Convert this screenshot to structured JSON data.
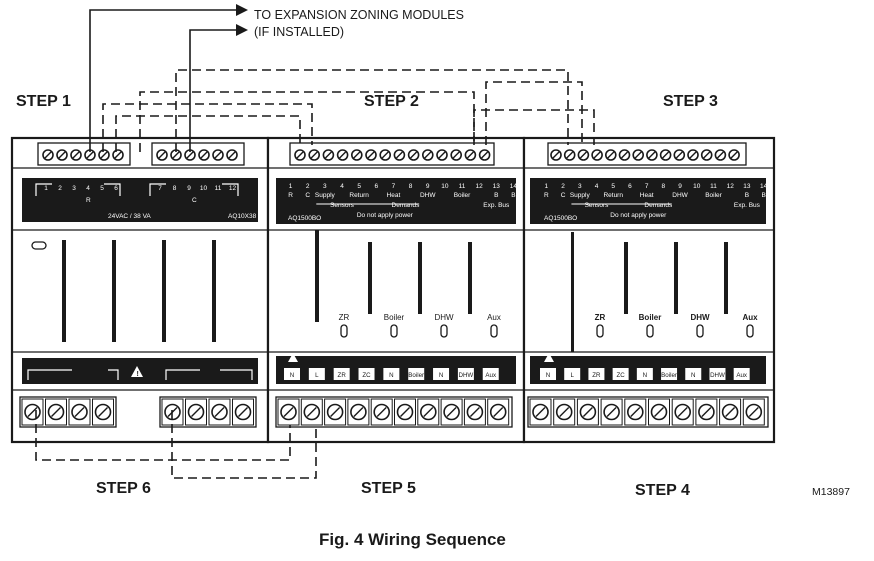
{
  "caption": "Fig. 4 Wiring Sequence",
  "figure_id": "M13897",
  "annotation": {
    "line1": "TO EXPANSION ZONING MODULES",
    "line2": "(IF INSTALLED)"
  },
  "steps": {
    "s1": "STEP 1",
    "s2": "STEP 2",
    "s3": "STEP 3",
    "s4": "STEP 4",
    "s5": "STEP 5",
    "s6": "STEP 6"
  },
  "transformer": {
    "model": "AQ10X38",
    "rating": "24VAC / 38 VA",
    "terminals": [
      "1",
      "2",
      "3",
      "4",
      "5",
      "6",
      "7",
      "8",
      "9",
      "10",
      "11",
      "12"
    ],
    "group_r": "R",
    "group_c": "C"
  },
  "panel_a": {
    "model": "AQ1500BO",
    "terms": [
      "1",
      "2",
      "3",
      "4",
      "5",
      "6",
      "7",
      "8",
      "9",
      "10",
      "11",
      "12",
      "13",
      "14"
    ],
    "subs": [
      "R",
      "C",
      "Supply",
      "",
      "Return",
      "",
      "Heat",
      "",
      "DHW",
      "",
      "Boiler",
      "",
      "B",
      "B"
    ],
    "sensors": "Sensors",
    "demands": "Demands",
    "exp_bus": "Exp. Bus",
    "do_not_apply": "Do not apply power",
    "leds": [
      "ZR",
      "Boiler",
      "DHW",
      "Aux"
    ],
    "bottom_labels": [
      "N",
      "L",
      "ZR",
      "ZC",
      "N",
      "Boiler",
      "N",
      "DHW",
      "Aux"
    ]
  },
  "panel_b": {
    "model": "AQ1500BO",
    "terms": [
      "1",
      "2",
      "3",
      "4",
      "5",
      "6",
      "7",
      "8",
      "9",
      "10",
      "11",
      "12",
      "13",
      "14"
    ],
    "subs": [
      "R",
      "C",
      "Supply",
      "",
      "Return",
      "",
      "Heat",
      "",
      "DHW",
      "",
      "Boiler",
      "",
      "B",
      "B"
    ],
    "sensors": "Sensors",
    "demands": "Demands",
    "exp_bus": "Exp. Bus",
    "do_not_apply": "Do not apply power",
    "leds": [
      "ZR",
      "Boiler",
      "DHW",
      "Aux"
    ],
    "bottom_labels": [
      "N",
      "L",
      "ZR",
      "ZC",
      "N",
      "Boiler",
      "N",
      "DHW",
      "Aux"
    ]
  }
}
